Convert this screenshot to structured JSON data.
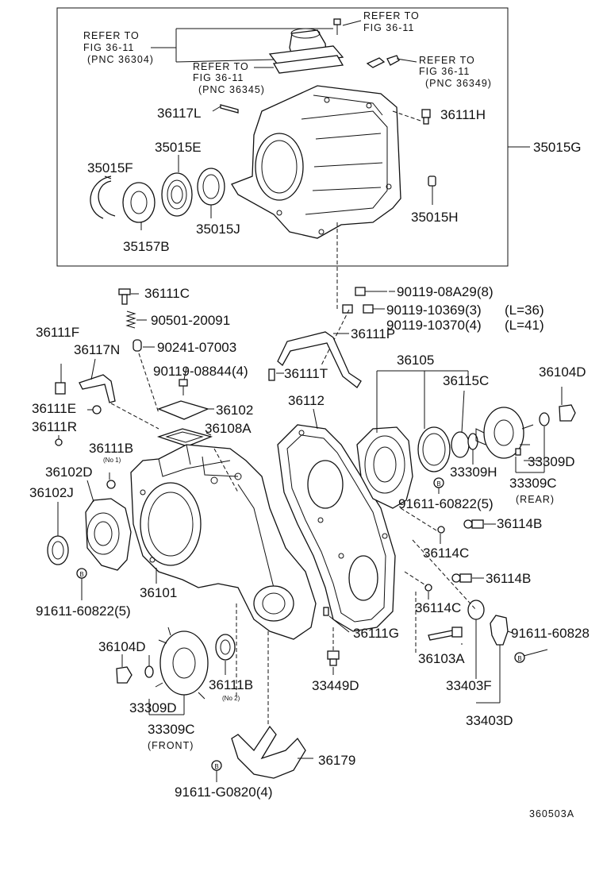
{
  "diagram": {
    "refer_notes": [
      {
        "line1": "REFER TO",
        "line2": "FIG 36-11"
      },
      {
        "line1": "REFER TO",
        "line2": "FIG 36-11",
        "line3": "(PNC 36304)"
      },
      {
        "line1": "REFER TO",
        "line2": "FIG 36-11",
        "line3": "(PNC 36345)"
      },
      {
        "line1": "REFER TO",
        "line2": "FIG 36-11",
        "line3": "(PNC 36349)"
      }
    ],
    "labels": {
      "p36117L": "36117L",
      "p36111H": "36111H",
      "p35015G": "35015G",
      "p35015E": "35015E",
      "p35015F": "35015F",
      "p35015H": "35015H",
      "p35015J": "35015J",
      "p35157B": "35157B",
      "p36111C": "36111C",
      "p90119_08A29": "90119-08A29(8)",
      "p90501": "90501-20091",
      "p90119_10369": "90119-10369(3)",
      "L36": "(L=36)",
      "p90119_10370": "90119-10370(4)",
      "L41": "(L=41)",
      "p36111F": "36111F",
      "p36111P": "36111P",
      "p36117N": "36117N",
      "p90241": "90241-07003",
      "p36105": "36105",
      "p90119_08844": "90119-08844(4)",
      "p36111T": "36111T",
      "p36115C": "36115C",
      "p36104D_top": "36104D",
      "p36112": "36112",
      "p36111E": "36111E",
      "p36102": "36102",
      "p36108A": "36108A",
      "p36111R": "36111R",
      "p36111B_no1": "36111B",
      "no1": "(No 1)",
      "p33309D_r": "33309D",
      "p36102D": "36102D",
      "p33309H": "33309H",
      "p36102J": "36102J",
      "p33309C_r": "33309C",
      "rear": "(REAR)",
      "p91611_60822_r": "91611-60822(5)",
      "p36114B_1": "36114B",
      "p36114C_1": "36114C",
      "p36114B_2": "36114B",
      "p36101": "36101",
      "p91611_60822_l": "91611-60822(5)",
      "p36114C_2": "36114C",
      "p36104D_bot": "36104D",
      "p36111G": "36111G",
      "p91611_60828": "91611-60828",
      "p36103A": "36103A",
      "p36111B_no2": "36111B",
      "no2": "(No 2)",
      "p33449D": "33449D",
      "p33403F": "33403F",
      "p33309D_f": "33309D",
      "p33309C_f": "33309C",
      "front": "(FRONT)",
      "p33403D": "33403D",
      "p36179": "36179",
      "p91611_G0820": "91611-G0820(4)",
      "illustration_code": "360503A"
    },
    "bolt_marker": "B"
  }
}
